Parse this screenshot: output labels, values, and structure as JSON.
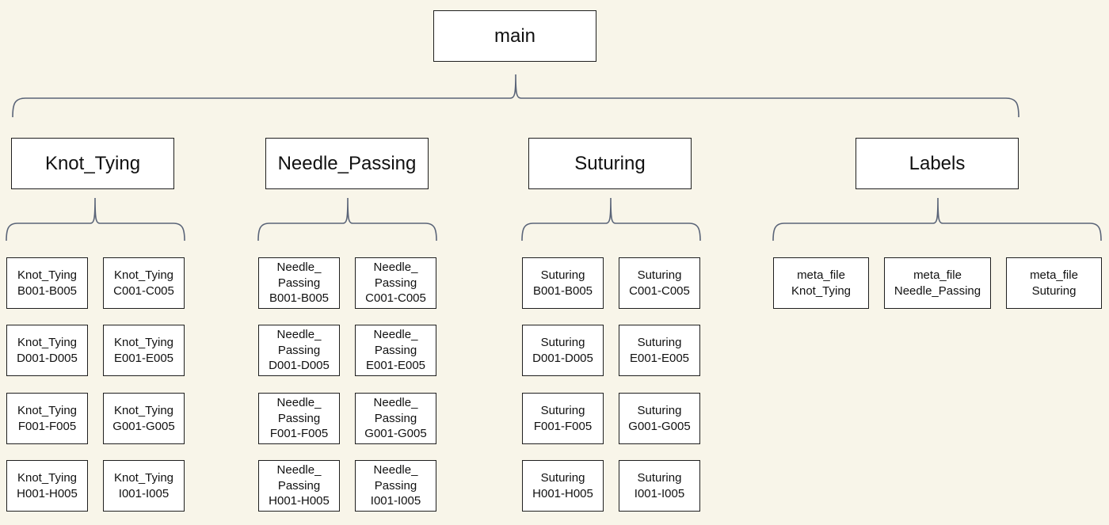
{
  "diagram": {
    "root": "main",
    "categories": [
      {
        "name": "Knot_Tying",
        "children": [
          "Knot_Tying\nB001-B005",
          "Knot_Tying\nC001-C005",
          "Knot_Tying\nD001-D005",
          "Knot_Tying\nE001-E005",
          "Knot_Tying\nF001-F005",
          "Knot_Tying\nG001-G005",
          "Knot_Tying\nH001-H005",
          "Knot_Tying\nI001-I005"
        ]
      },
      {
        "name": "Needle_Passing",
        "children": [
          "Needle_\nPassing\nB001-B005",
          "Needle_\nPassing\nC001-C005",
          "Needle_\nPassing\nD001-D005",
          "Needle_\nPassing\nE001-E005",
          "Needle_\nPassing\nF001-F005",
          "Needle_\nPassing\nG001-G005",
          "Needle_\nPassing\nH001-H005",
          "Needle_\nPassing\nI001-I005"
        ]
      },
      {
        "name": "Suturing",
        "children": [
          "Suturing\nB001-B005",
          "Suturing\nC001-C005",
          "Suturing\nD001-D005",
          "Suturing\nE001-E005",
          "Suturing\nF001-F005",
          "Suturing\nG001-G005",
          "Suturing\nH001-H005",
          "Suturing\nI001-I005"
        ]
      },
      {
        "name": "Labels",
        "children": [
          "meta_file\nKnot_Tying",
          "meta_file\nNeedle_Passing",
          "meta_file\nSuturing"
        ]
      }
    ]
  },
  "colors": {
    "background": "#f8f5e9",
    "box_border": "#1f1f1f",
    "box_fill": "#ffffff",
    "brace": "#5a6478"
  }
}
